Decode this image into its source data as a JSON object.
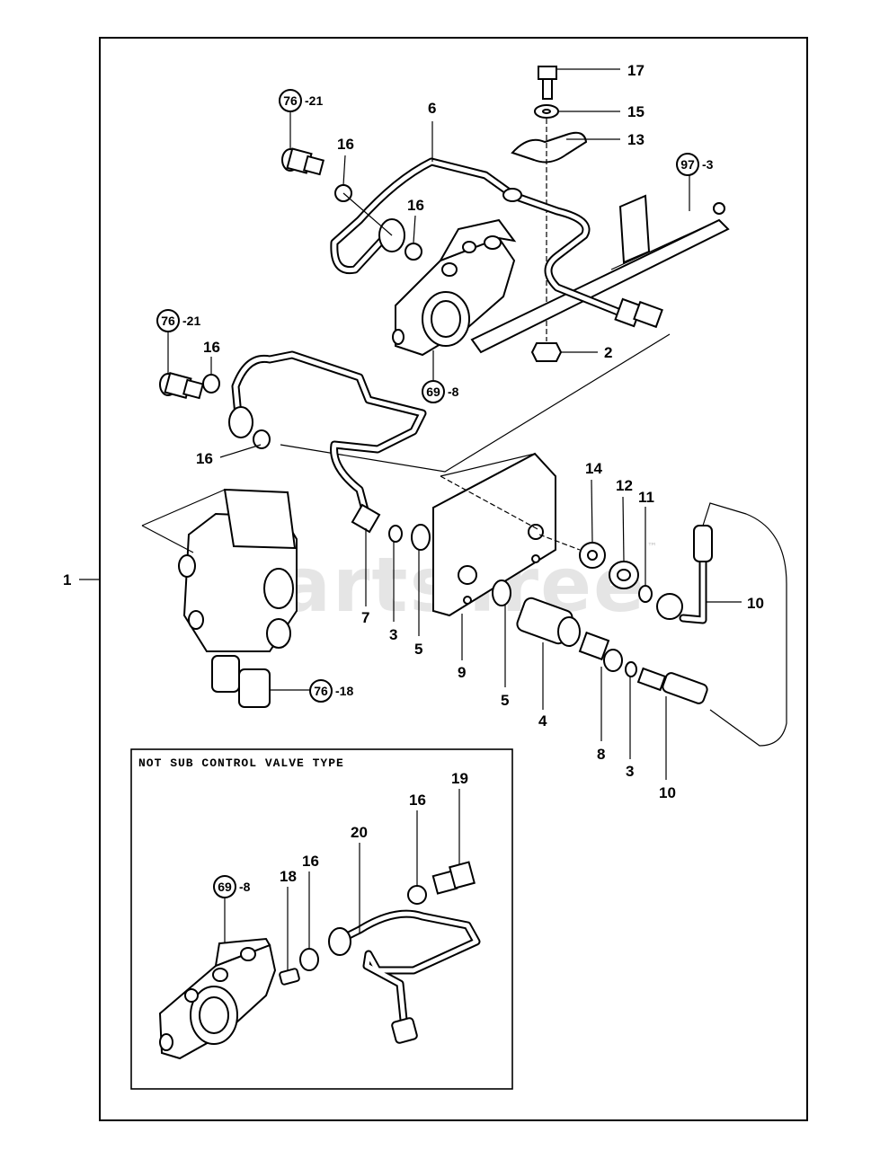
{
  "watermark": {
    "text": "PartsTree",
    "trademark": "™"
  },
  "assembly_label": "1",
  "inset": {
    "title": "NOT SUB CONTROL VALVE TYPE"
  },
  "callouts": {
    "c17": "17",
    "c15": "15",
    "c13": "13",
    "c6": "6",
    "c16a": "16",
    "c16b": "16",
    "c97": {
      "circle": "97",
      "suffix": "-3"
    },
    "c76a": {
      "circle": "76",
      "suffix": "-21"
    },
    "c76b": {
      "circle": "76",
      "suffix": "-21"
    },
    "c16c": "16",
    "c16d": "16",
    "c69a": {
      "circle": "69",
      "suffix": "-8"
    },
    "c2": "2",
    "c14": "14",
    "c12": "12",
    "c11": "11",
    "c10a": "10",
    "c7": "7",
    "c3a": "3",
    "c5a": "5",
    "c9": "9",
    "c5b": "5",
    "c4": "4",
    "c8": "8",
    "c3b": "3",
    "c10b": "10",
    "c76c": {
      "circle": "76",
      "suffix": "-18"
    },
    "c19": "19",
    "c16e": "16",
    "c20": "20",
    "c16f": "16",
    "c18": "18",
    "c69b": {
      "circle": "69",
      "suffix": "-8"
    }
  }
}
